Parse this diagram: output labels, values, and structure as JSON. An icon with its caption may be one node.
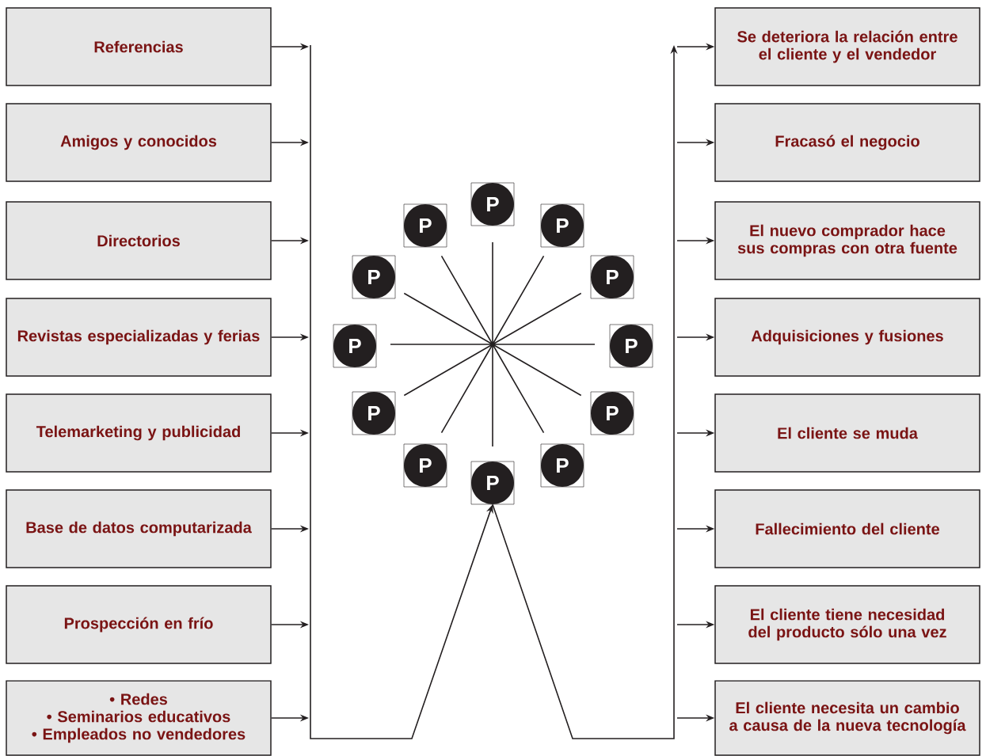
{
  "diagram": {
    "nodes": [
      {
        "text": [
          "Referencias"
        ]
      },
      {
        "text": [
          "Amigos y conocidos"
        ]
      },
      {
        "text": [
          "Directorios"
        ]
      },
      {
        "text": [
          "Revistas especializadas y ferias"
        ]
      },
      {
        "text": [
          "Telemarketing y publicidad"
        ]
      },
      {
        "text": [
          "Base de datos computarizada"
        ]
      },
      {
        "text": [
          "Prospección en frío"
        ]
      },
      {
        "text": [
          "• Redes",
          "• Seminarios educativos",
          "• Empleados no vendedores"
        ]
      },
      {
        "text": [
          "P"
        ]
      },
      {
        "text": [
          "P"
        ]
      },
      {
        "text": [
          "P"
        ]
      },
      {
        "text": [
          "P"
        ]
      },
      {
        "text": [
          "P"
        ]
      },
      {
        "text": [
          "P"
        ]
      },
      {
        "text": [
          "P"
        ]
      },
      {
        "text": [
          "P"
        ]
      },
      {
        "text": [
          "P"
        ]
      },
      {
        "text": [
          "P"
        ]
      },
      {
        "text": [
          "P"
        ]
      },
      {
        "text": [
          "P"
        ]
      },
      {
        "text": [
          "Se deteriora la relación entre el cliente y el vendedor"
        ]
      },
      {
        "text": [
          "Fracasó el negocio"
        ]
      },
      {
        "text": [
          "El nuevo comprador hace sus compras con otra fuente"
        ]
      },
      {
        "text": [
          "Adquisiciones y fusiones"
        ]
      },
      {
        "text": [
          "El cliente se muda"
        ]
      },
      {
        "text": [
          "Fallecimiento del cliente"
        ]
      },
      {
        "text": [
          "El cliente tiene necesidad del producto sólo una vez"
        ]
      },
      {
        "text": [
          "El cliente necesita un cambio a causa de la nueva tecnología"
        ]
      }
    ],
    "edges": [
      {
        "from": 0,
        "to": null,
        "arrow": "to"
      },
      {
        "from": 1,
        "to": null,
        "arrow": "to"
      },
      {
        "from": 2,
        "to": null,
        "arrow": "to"
      },
      {
        "from": 3,
        "to": null,
        "arrow": "to"
      },
      {
        "from": 4,
        "to": null,
        "arrow": "to"
      },
      {
        "from": 5,
        "to": null,
        "arrow": "to"
      },
      {
        "from": 6,
        "to": null,
        "arrow": "to"
      },
      {
        "from": 7,
        "to": null,
        "arrow": "to"
      },
      {
        "from": null,
        "to": 19,
        "arrow": "to"
      },
      {
        "from": 19,
        "to": null,
        "arrow": "to"
      },
      {
        "from": null,
        "to": 20,
        "arrow": "to"
      },
      {
        "from": null,
        "to": 21,
        "arrow": "to"
      },
      {
        "from": null,
        "to": 22,
        "arrow": "to"
      },
      {
        "from": null,
        "to": 23,
        "arrow": "to"
      },
      {
        "from": null,
        "to": 24,
        "arrow": "to"
      },
      {
        "from": null,
        "to": 25,
        "arrow": "to"
      },
      {
        "from": null,
        "to": 26,
        "arrow": "to"
      },
      {
        "from": null,
        "to": 27,
        "arrow": "to"
      }
    ]
  }
}
